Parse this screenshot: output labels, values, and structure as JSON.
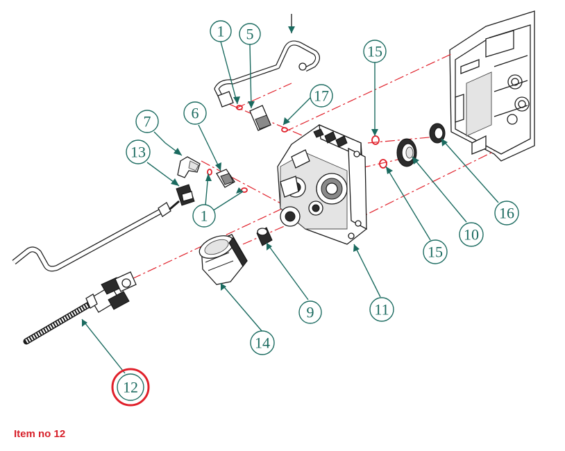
{
  "caption": "Item no 12",
  "callouts": {
    "c1a": "1",
    "c5": "5",
    "c15a": "15",
    "c17": "17",
    "c7": "7",
    "c6": "6",
    "c13": "13",
    "c1b": "1",
    "c15b": "15",
    "c10": "10",
    "c16": "16",
    "c11": "11",
    "c9": "9",
    "c14": "14",
    "c12": "12"
  },
  "highlighted_item": "12",
  "colors": {
    "callout": "#1a6a5f",
    "center_line": "#e0202a",
    "highlight": "#e0202a",
    "caption": "#d7202a"
  }
}
